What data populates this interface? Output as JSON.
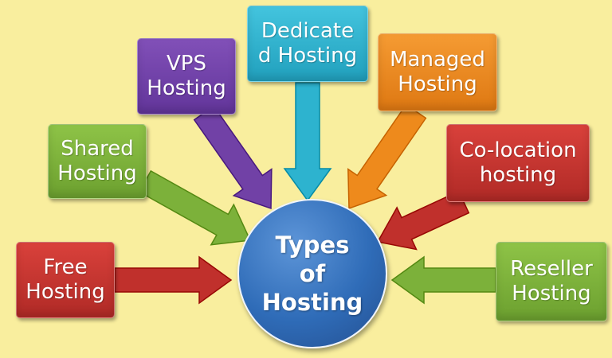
{
  "center": {
    "label": "Types\nof\nHosting",
    "color": "#2f6cb8"
  },
  "nodes": [
    {
      "id": "free",
      "label": "Free\nHosting",
      "color": "#c0302c"
    },
    {
      "id": "shared",
      "label": "Shared\nHosting",
      "color": "#7cb13a"
    },
    {
      "id": "vps",
      "label": "VPS\nHosting",
      "color": "#7141a6"
    },
    {
      "id": "dedicated",
      "label": "Dedicate\nd Hosting",
      "color": "#2db3cf"
    },
    {
      "id": "managed",
      "label": "Managed\nHosting",
      "color": "#ee8a1c"
    },
    {
      "id": "colocation",
      "label": "Co-location\nhosting",
      "color": "#c0302c"
    },
    {
      "id": "reseller",
      "label": "Reseller\nHosting",
      "color": "#7cb13a"
    }
  ]
}
